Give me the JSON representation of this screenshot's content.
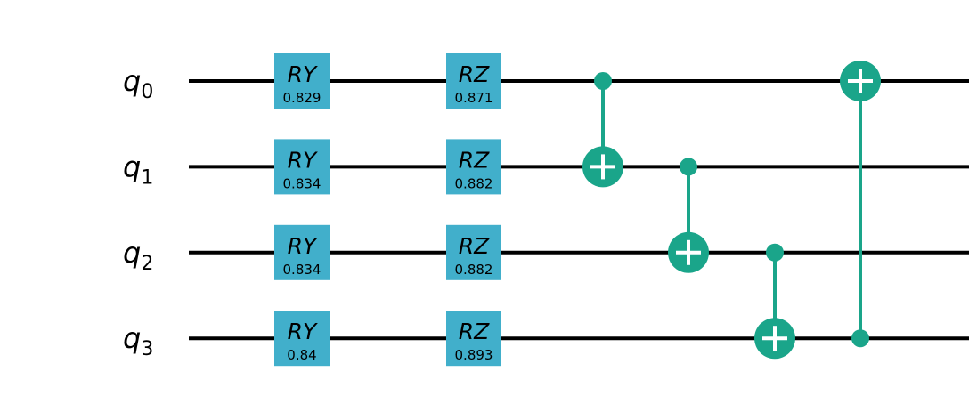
{
  "circuit": {
    "num_qubits": 4,
    "qubits": [
      {
        "name": "q",
        "index": "0"
      },
      {
        "name": "q",
        "index": "1"
      },
      {
        "name": "q",
        "index": "2"
      },
      {
        "name": "q",
        "index": "3"
      }
    ],
    "colors": {
      "wire": "#000000",
      "rotation_gate": "#41afcb",
      "cnot": "#1aa58a",
      "cnot_plus": "#ffffff",
      "background": "#ffffff"
    },
    "layers": [
      {
        "type": "rotation",
        "gates": [
          {
            "name": "RY",
            "qubit": 0,
            "param": "0.829"
          },
          {
            "name": "RY",
            "qubit": 1,
            "param": "0.834"
          },
          {
            "name": "RY",
            "qubit": 2,
            "param": "0.834"
          },
          {
            "name": "RY",
            "qubit": 3,
            "param": "0.84"
          }
        ]
      },
      {
        "type": "rotation",
        "gates": [
          {
            "name": "RZ",
            "qubit": 0,
            "param": "0.871"
          },
          {
            "name": "RZ",
            "qubit": 1,
            "param": "0.882"
          },
          {
            "name": "RZ",
            "qubit": 2,
            "param": "0.882"
          },
          {
            "name": "RZ",
            "qubit": 3,
            "param": "0.893"
          }
        ]
      },
      {
        "type": "cnot",
        "control": 0,
        "target": 1
      },
      {
        "type": "cnot",
        "control": 1,
        "target": 2
      },
      {
        "type": "cnot",
        "control": 2,
        "target": 3
      },
      {
        "type": "cnot",
        "control": 3,
        "target": 0
      }
    ]
  }
}
